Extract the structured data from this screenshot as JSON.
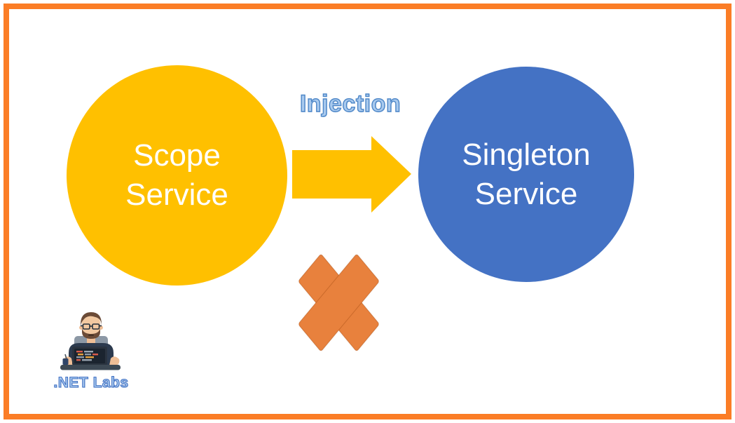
{
  "slide": {
    "background": "#FFFFFF",
    "frame_color": "#FB7D26"
  },
  "diagram": {
    "scope": {
      "label": "Scope\nService",
      "fill": "#FFC000",
      "text_color": "#FFFFFF"
    },
    "singleton": {
      "label": "Singleton\nService",
      "fill": "#4472C4",
      "text_color": "#FFFFFF"
    },
    "injection": {
      "label": "Injection",
      "text_fill": "#A9CAEE",
      "text_outline": "#4E87C8"
    },
    "arrow_fill": "#FFC000",
    "cross_fill": "#E8813D"
  },
  "branding": {
    "label": ".NET Labs",
    "text_fill": "#A9CAEE",
    "text_outline": "#4472C4"
  }
}
